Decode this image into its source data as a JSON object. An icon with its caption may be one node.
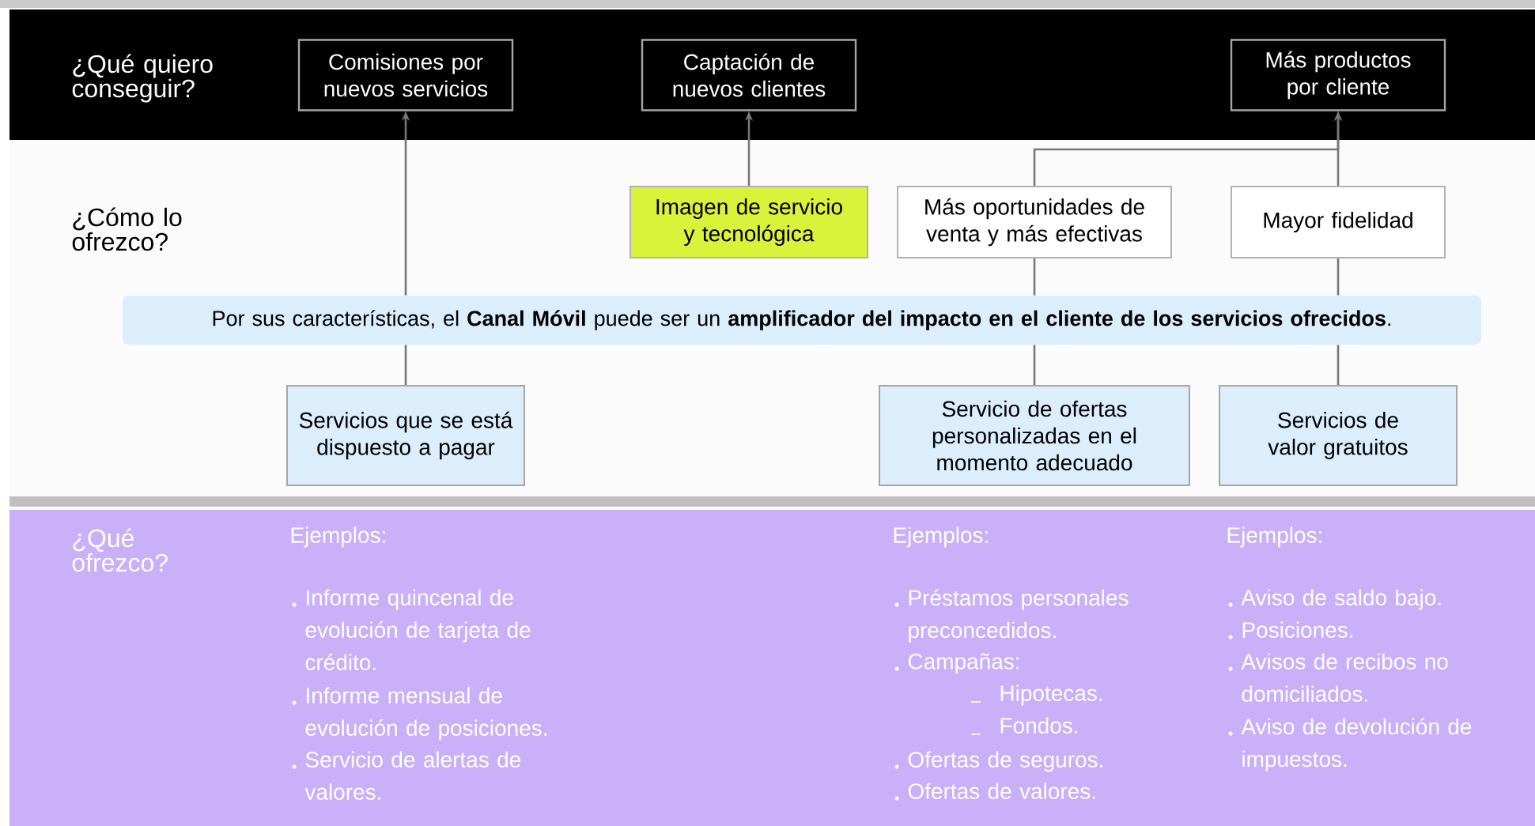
{
  "diagram": {
    "nodes": [
      {
        "text": [
          "Comisiones por nuevos servicios"
        ]
      },
      {
        "text": [
          "Captación de nuevos clientes"
        ]
      },
      {
        "text": [
          "Más productos por cliente"
        ]
      },
      {
        "text": [
          "Imagen de servicio y tecnológica"
        ]
      },
      {
        "text": [
          "Más oportunidades de venta y más efectivas"
        ]
      },
      {
        "text": [
          "Mayor fidelidad"
        ]
      },
      {
        "text": [
          "Por sus características, el **Canal Móvil** puede ser un **amplificador del impacto en el cliente de los servicios ofrecidos**."
        ]
      },
      {
        "text": [
          "Servicios que se está dispuesto a pagar"
        ]
      },
      {
        "text": [
          "Servicio de ofertas personalizadas en el momento adecuado"
        ]
      },
      {
        "text": [
          "Servicios de valor gratuitos"
        ]
      }
    ],
    "edges": [
      {
        "from": 7,
        "to": 6,
        "arrow": "none"
      },
      {
        "from": 6,
        "to": 0,
        "arrow": "to"
      },
      {
        "from": 3,
        "to": 1,
        "arrow": "to"
      },
      {
        "from": 8,
        "to": 6,
        "arrow": "none"
      },
      {
        "from": 6,
        "to": 4,
        "arrow": "none"
      },
      {
        "from": 4,
        "to": 2,
        "arrow": "to"
      },
      {
        "from": 9,
        "to": 6,
        "arrow": "none"
      },
      {
        "from": 6,
        "to": 5,
        "arrow": "none"
      },
      {
        "from": 5,
        "to": 2,
        "arrow": "to"
      }
    ],
    "labels": [
      "¿Qué quiero conseguir?",
      "¿Cómo lo ofrezco?",
      "¿Qué ofrezco?",
      "Ejemplos:",
      "Informe quincenal de evolución de tarjeta de crédito.",
      "Informe mensual de evolución de posiciones.",
      "Servicio de alertas de valores.",
      "Ejemplos:",
      "Préstamos personales preconcedidos.",
      "Campañas:",
      "Hipotecas.",
      "Fondos.",
      "Ofertas de seguros.",
      "Ofertas de valores.",
      "Ejemplos:",
      "Aviso de saldo bajo.",
      "Posiciones.",
      "Avisos de recibos no domiciliados.",
      "Aviso de devolución de impuestos."
    ]
  }
}
